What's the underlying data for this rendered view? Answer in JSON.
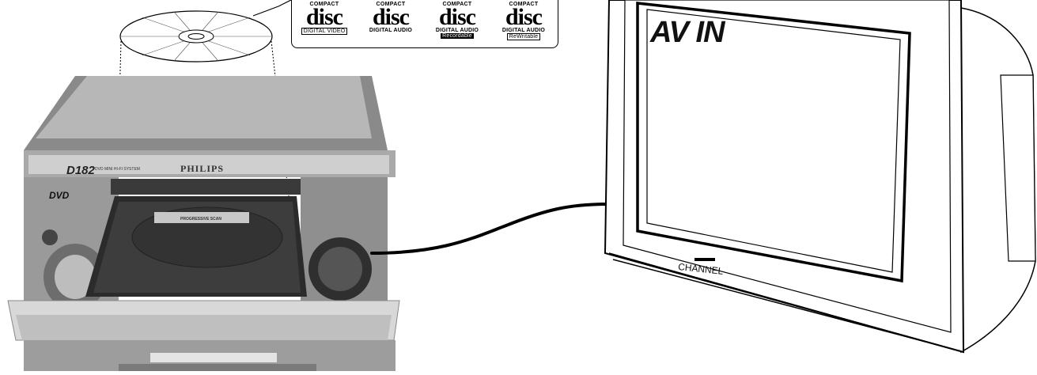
{
  "disc_logos": [
    {
      "top": "COMPACT",
      "main": "disc",
      "sub": "DIGITAL VIDEO",
      "sub_style": "boxed"
    },
    {
      "top": "COMPACT",
      "main": "disc",
      "sub": "DIGITAL AUDIO",
      "sub_style": "plain"
    },
    {
      "top": "COMPACT",
      "main": "disc",
      "sub_line1": "DIGITAL AUDIO",
      "sub": "Recordable",
      "sub_style": "inverted"
    },
    {
      "top": "COMPACT",
      "main": "disc",
      "sub_line1": "DIGITAL AUDIO",
      "sub": "ReWritable",
      "sub_style": "boxed"
    }
  ],
  "tv": {
    "input_label": "AV IN",
    "front_label": "CHANNEL"
  },
  "player": {
    "model": "D182",
    "model_sub": "DVD MINI HI-FI SYSTEM",
    "brand": "PHILIPS",
    "dvd_logo": "DVD",
    "tray_label": "PROGRESSIVE SCAN"
  }
}
